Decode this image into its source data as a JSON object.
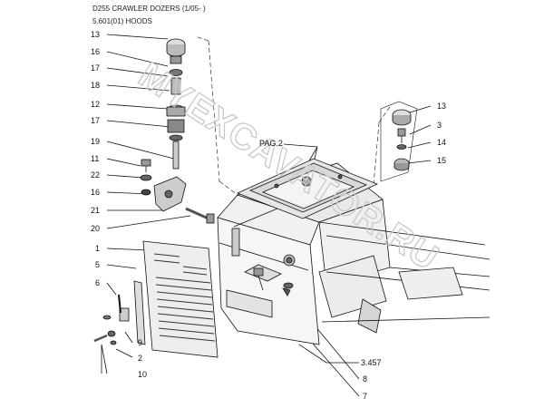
{
  "header": {
    "model": "D255 CRAWLER DOZERS (1/05- )",
    "section": "5.601(01) HOODS"
  },
  "watermark": "MYEXCAVATOR.RU",
  "callouts": {
    "c13a": "13",
    "c16a": "16",
    "c17a": "17",
    "c18": "18",
    "c12": "12",
    "c17b": "17",
    "c19": "19",
    "c11": "11",
    "c22": "22",
    "c16b": "16",
    "c21": "21",
    "c20": "20",
    "c1": "1",
    "c5": "5",
    "c6": "6",
    "c2": "2",
    "c9": "9",
    "c10": "10",
    "pag": "PAG.2",
    "c13b": "13",
    "c3": "3",
    "c14": "14",
    "c15": "15",
    "ref3457": "3.457",
    "c8": "8",
    "c7": "7"
  }
}
